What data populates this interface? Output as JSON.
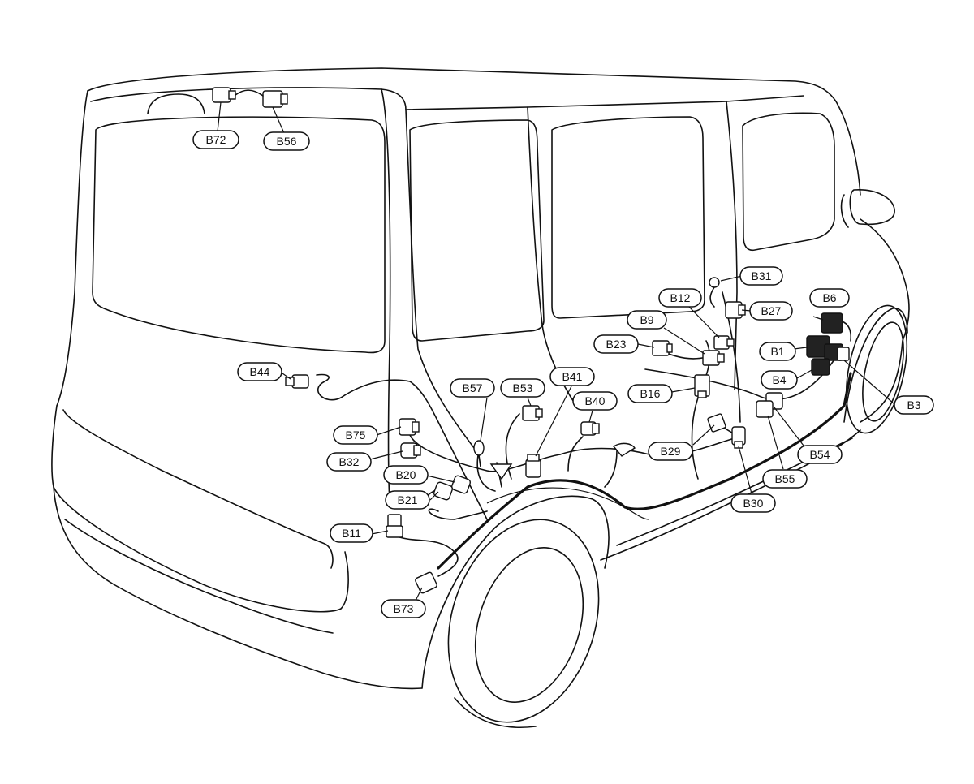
{
  "labels": [
    {
      "id": "B72"
    },
    {
      "id": "B56"
    },
    {
      "id": "B31"
    },
    {
      "id": "B12"
    },
    {
      "id": "B6"
    },
    {
      "id": "B27"
    },
    {
      "id": "B9"
    },
    {
      "id": "B23"
    },
    {
      "id": "B1"
    },
    {
      "id": "B4"
    },
    {
      "id": "B16"
    },
    {
      "id": "B3"
    },
    {
      "id": "B57"
    },
    {
      "id": "B53"
    },
    {
      "id": "B41"
    },
    {
      "id": "B40"
    },
    {
      "id": "B44"
    },
    {
      "id": "B75"
    },
    {
      "id": "B32"
    },
    {
      "id": "B20"
    },
    {
      "id": "B21"
    },
    {
      "id": "B11"
    },
    {
      "id": "B73"
    },
    {
      "id": "B29"
    },
    {
      "id": "B54"
    },
    {
      "id": "B55"
    },
    {
      "id": "B30"
    }
  ]
}
